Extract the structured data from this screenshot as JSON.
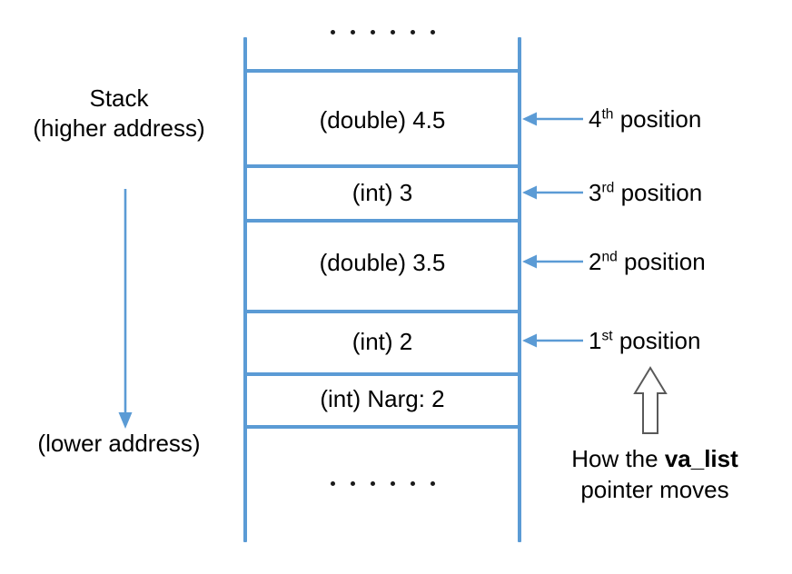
{
  "figure": {
    "title": "Stack layout showing how the va_list pointer moves",
    "accent_color": "#5B9BD5",
    "text_color": "#000000",
    "background_color": "#FFFFFF"
  },
  "left_annotations": {
    "stack_label_line1": "Stack",
    "stack_label_line2": "(higher address)",
    "lower_address_label": "(lower address)",
    "growth_arrow_icon": "down-arrow-icon",
    "growth_arrow_direction": "down"
  },
  "stack": {
    "top_ellipsis": "......",
    "bottom_ellipsis": "......",
    "ellipsis_dot_count": 6,
    "cells": [
      {
        "id": "cell-double-4-5",
        "label": "(double) 4.5"
      },
      {
        "id": "cell-int-3",
        "label": "(int) 3"
      },
      {
        "id": "cell-double-3-5",
        "label": "(double) 3.5"
      },
      {
        "id": "cell-int-2",
        "label": "(int) 2"
      },
      {
        "id": "cell-int-narg",
        "label": "(int) Narg: 2"
      }
    ]
  },
  "position_arrows": [
    {
      "id": "arrow-4th",
      "ordinal": "4",
      "suffix": "th",
      "label_tail": " position",
      "icon": "left-arrow-icon"
    },
    {
      "id": "arrow-3rd",
      "ordinal": "3",
      "suffix": "rd",
      "label_tail": " position",
      "icon": "left-arrow-icon"
    },
    {
      "id": "arrow-2nd",
      "ordinal": "2",
      "suffix": "nd",
      "label_tail": " position",
      "icon": "left-arrow-icon"
    },
    {
      "id": "arrow-1st",
      "ordinal": "1",
      "suffix": "st",
      "label_tail": " position",
      "icon": "left-arrow-icon"
    }
  ],
  "va_list_note": {
    "up_arrow_icon": "block-up-arrow-icon",
    "line1_prefix": "How the ",
    "line1_bold": "va_list",
    "line2": "pointer moves"
  }
}
